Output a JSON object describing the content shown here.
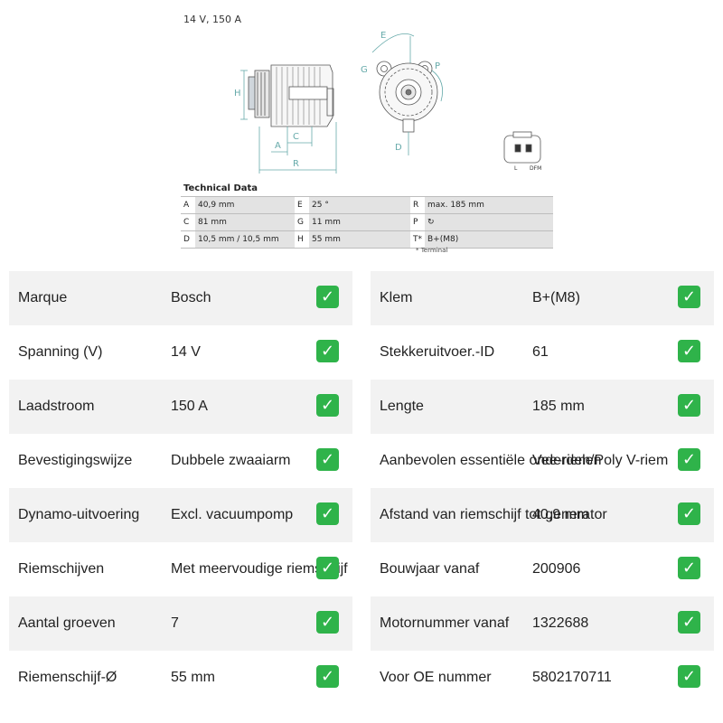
{
  "drawing": {
    "voltage_caption": "14 V, 150 A",
    "dimension_letters": {
      "h": "H",
      "a": "A",
      "c": "C",
      "r": "R",
      "e": "E",
      "g": "G",
      "p": "P",
      "d": "D"
    },
    "connector_labels": {
      "l": "L",
      "dfm": "DFM"
    }
  },
  "technical_data": {
    "title": "Technical Data",
    "rows": [
      [
        {
          "k": "A",
          "v": "40,9 mm"
        },
        {
          "k": "E",
          "v": "25 °"
        },
        {
          "k": "R",
          "v": "max. 185 mm"
        }
      ],
      [
        {
          "k": "C",
          "v": "81 mm"
        },
        {
          "k": "G",
          "v": "11 mm"
        },
        {
          "k": "P",
          "v": "↻"
        }
      ],
      [
        {
          "k": "D",
          "v": "10,5 mm / 10,5 mm"
        },
        {
          "k": "H",
          "v": "55 mm"
        },
        {
          "k": "T*",
          "v": "B+(M8)"
        }
      ]
    ],
    "footnote": "* Terminal"
  },
  "specs_left": [
    {
      "label": "Marque",
      "value": "Bosch"
    },
    {
      "label": "Spanning (V)",
      "value": "14 V"
    },
    {
      "label": "Laadstroom",
      "value": "150 A"
    },
    {
      "label": "Bevestigingswijze",
      "value": "Dubbele zwaaiarm"
    },
    {
      "label": "Dynamo-uitvoering",
      "value": "Excl. vacuumpomp"
    },
    {
      "label": "Riemschijven",
      "value": "Met meervoudige riemschijf"
    },
    {
      "label": "Aantal groeven",
      "value": "7"
    },
    {
      "label": "Riemenschijf-Ø",
      "value": "55 mm"
    }
  ],
  "specs_right": [
    {
      "label": "Klem",
      "value": "B+(M8)"
    },
    {
      "label": "Stekkeruitvoer.-ID",
      "value": "61"
    },
    {
      "label": "Lengte",
      "value": "185 mm"
    },
    {
      "label": "Aanbevolen essentiële onderdelen",
      "value": "Vee-riem/Poly V-riem"
    },
    {
      "label": "Afstand van riemschijf tot generator",
      "value": "40,9 mm"
    },
    {
      "label": "Bouwjaar vanaf",
      "value": "200906"
    },
    {
      "label": "Motornummer vanaf",
      "value": "1322688"
    },
    {
      "label": "Voor OE nummer",
      "value": "5802170711"
    }
  ],
  "check_glyph": "✓",
  "colors": {
    "check_bg": "#2fb34a",
    "row_shade": "#f2f2f2",
    "cell_shade": "#e3e3e3"
  }
}
